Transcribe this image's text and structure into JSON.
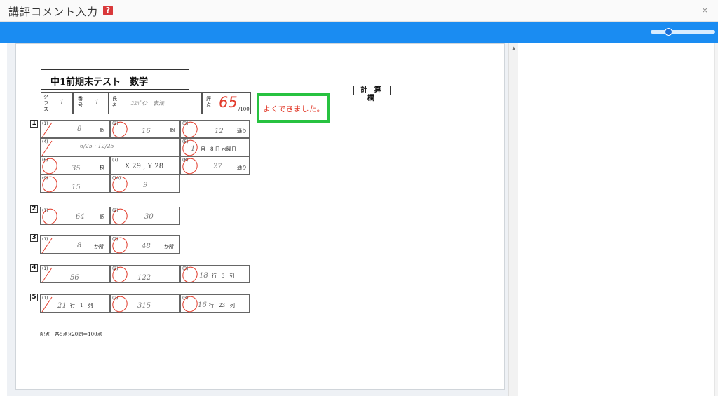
{
  "window": {
    "title": "講評コメント入力",
    "help_label": "?",
    "close_label": "×"
  },
  "toolbar": {
    "zoom_level": 0.28
  },
  "sheet": {
    "exam_title": "中1前期末テスト　数学",
    "calc_label": "計 算 欄",
    "info": {
      "class_label": "クラス",
      "class_value": "1",
      "number_label": "番号",
      "number_value": "1",
      "name_label": "氏名",
      "name_value": "ｺｺﾊﾟｲﾝ　表法",
      "score_label": "評点",
      "score_value": "65",
      "score_max": "/100"
    },
    "comment": "よくできました。",
    "questions": [
      {
        "no": "1",
        "answers": [
          {
            "num": "(1)",
            "value": "8",
            "unit": "個"
          },
          {
            "num": "(2)",
            "value": "16",
            "unit": "個"
          },
          {
            "num": "(3)",
            "value": "12",
            "unit": "通り"
          },
          {
            "num": "(4)",
            "value": "6/25 · 12/25",
            "unit": ""
          },
          {
            "num": "(5)",
            "value": "1",
            "unit": "月　8 日 水曜日"
          },
          {
            "num": "(6)",
            "value": "35",
            "unit": "枚"
          },
          {
            "num": "(7)",
            "value": "X 29 , Y 28",
            "unit": ""
          },
          {
            "num": "(8)",
            "value": "27",
            "unit": "通り"
          },
          {
            "num": "(9)",
            "value": "15",
            "unit": ""
          },
          {
            "num": "(10)",
            "value": "9",
            "unit": ""
          }
        ]
      },
      {
        "no": "2",
        "answers": [
          {
            "num": "(1)",
            "value": "64",
            "unit": "個"
          },
          {
            "num": "(2)",
            "value": "30",
            "unit": ""
          }
        ]
      },
      {
        "no": "3",
        "answers": [
          {
            "num": "(1)",
            "value": "8",
            "unit": "か所"
          },
          {
            "num": "(2)",
            "value": "48",
            "unit": "か所"
          }
        ]
      },
      {
        "no": "4",
        "answers": [
          {
            "num": "(1)",
            "value": "56",
            "unit": ""
          },
          {
            "num": "(2)",
            "value": "122",
            "unit": ""
          },
          {
            "num": "(3)",
            "value": "18",
            "unit": "行　3　列"
          }
        ]
      },
      {
        "no": "5",
        "answers": [
          {
            "num": "(1)",
            "value": "21",
            "unit": "行　1　列"
          },
          {
            "num": "(2)",
            "value": "315",
            "unit": ""
          },
          {
            "num": "(3)",
            "value": "16",
            "unit": "行　23　列"
          }
        ]
      }
    ],
    "footnote": "配点　各5点×20問＝100点"
  },
  "colors": {
    "toolbar": "#1a8cf2",
    "mark_red": "#e23a2a",
    "comment_border": "#27c240"
  }
}
